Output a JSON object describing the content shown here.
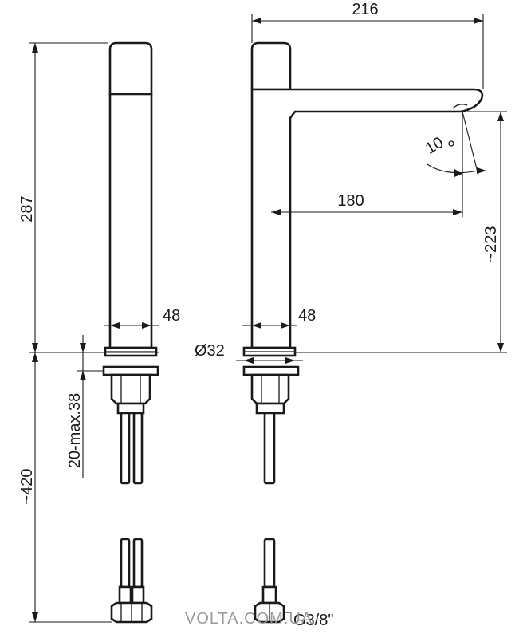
{
  "dimensions": {
    "overall_height": "287",
    "spout_reach": "216",
    "spout_inner_reach": "180",
    "spout_angle": "10",
    "outlet_height": "~223",
    "body_width_front": "48",
    "body_width_side": "48",
    "base_diameter": "Ø32",
    "deck_thickness": "20-max.38",
    "hose_length": "~420",
    "connection_thread": "G3/8\""
  },
  "watermark": "VOLTA.COM.UA"
}
